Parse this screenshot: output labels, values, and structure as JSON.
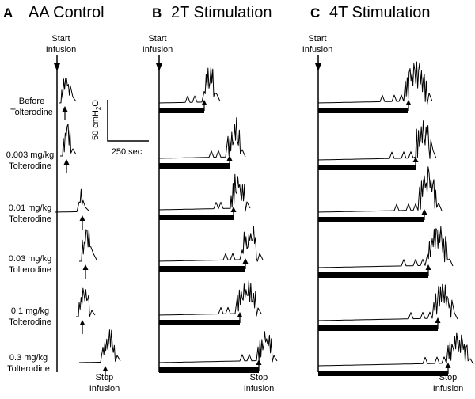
{
  "panels": [
    {
      "letter": "A",
      "title": "AA Control"
    },
    {
      "letter": "B",
      "title": "2T Stimulation"
    },
    {
      "letter": "C",
      "title": "4T Stimulation"
    }
  ],
  "start_label": [
    "Start",
    "Infusion"
  ],
  "stop_label": [
    "Stop",
    "Infusion"
  ],
  "row_labels": [
    [
      "Before",
      "Tolterodine"
    ],
    [
      "0.003 mg/kg",
      "Tolterodine"
    ],
    [
      "0.01 mg/kg",
      "Tolterodine"
    ],
    [
      "0.03 mg/kg",
      "Tolterodine"
    ],
    [
      "0.1 mg/kg",
      "Tolterodine"
    ],
    [
      "0.3 mg/kg",
      "Tolterodine"
    ]
  ],
  "scale_bar": {
    "pressure": "50 cmH",
    "pressure_sub": "2",
    "pressure_end": "O",
    "time": "250 sec"
  }
}
